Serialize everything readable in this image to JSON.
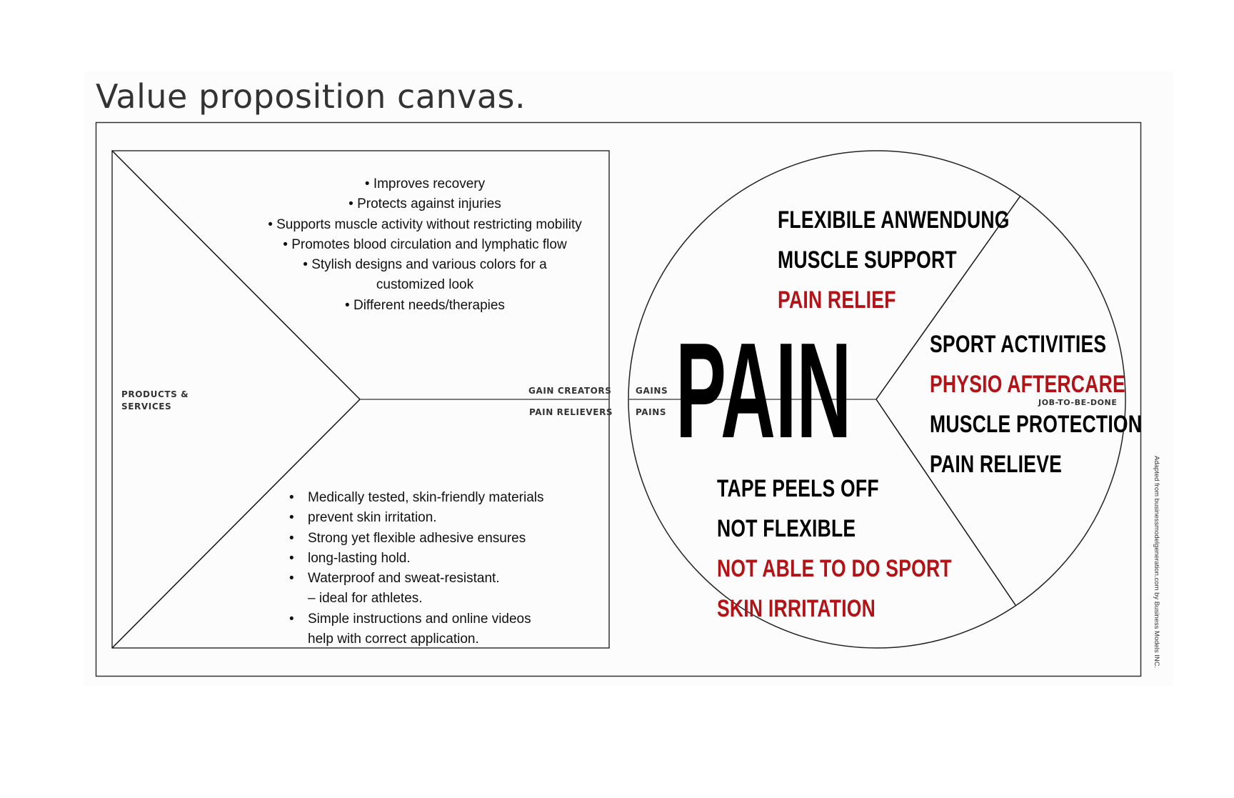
{
  "title": "Value proposition canvas.",
  "colors": {
    "text": "#111111",
    "accent_red": "#b31217",
    "line": "#333333",
    "label": "#333333"
  },
  "labels": {
    "products_services": [
      "PRODUCTS &",
      "SERVICES"
    ],
    "gain_creators": "GAIN CREATORS",
    "pain_relievers": "PAIN RELIEVERS",
    "gains": "GAINS",
    "pains": "PAINS",
    "job_to_be_done": "JOB-TO-BE-DONE"
  },
  "gain_creators_list": [
    "Improves recovery",
    "Protects against injuries",
    "Supports muscle activity without restricting mobility",
    "Promotes blood circulation and lymphatic flow",
    "Stylish designs and various colors for a",
    "customized look",
    "Different needs/therapies"
  ],
  "pain_relievers_list": [
    {
      "text": "Medically tested, skin-friendly materials",
      "bullet": true
    },
    {
      "text": "prevent skin irritation.",
      "bullet": true
    },
    {
      "text": "Strong yet flexible adhesive ensures",
      "bullet": true
    },
    {
      "text": "long-lasting hold.",
      "bullet": true
    },
    {
      "text": "Waterproof and sweat-resistant.",
      "bullet": true
    },
    {
      "text": "– ideal for athletes.",
      "bullet": false
    },
    {
      "text": "Simple instructions and online videos",
      "bullet": true
    },
    {
      "text": "help with correct application.",
      "bullet": false
    }
  ],
  "center_word": "PAIN",
  "gains": [
    {
      "text": "FLEXIBILE ANWENDUNG",
      "highlight": false
    },
    {
      "text": "MUSCLE SUPPORT",
      "highlight": false
    },
    {
      "text": "PAIN RELIEF",
      "highlight": true
    }
  ],
  "jobs": [
    {
      "text": "SPORT ACTIVITIES",
      "highlight": false
    },
    {
      "text": "PHYSIO AFTERCARE",
      "highlight": true
    },
    {
      "text": "MUSCLE PROTECTION",
      "highlight": false
    },
    {
      "text": "PAIN RELIEVE",
      "highlight": false
    }
  ],
  "pains": [
    {
      "text": "TAPE PEELS OFF",
      "highlight": false
    },
    {
      "text": "NOT FLEXIBLE",
      "highlight": false
    },
    {
      "text": "NOT ABLE TO DO SPORT",
      "highlight": true
    },
    {
      "text": "SKIN IRRITATION",
      "highlight": true
    }
  ],
  "credit": "Adapted from businessmodelgeneration.com by Business Models INC."
}
